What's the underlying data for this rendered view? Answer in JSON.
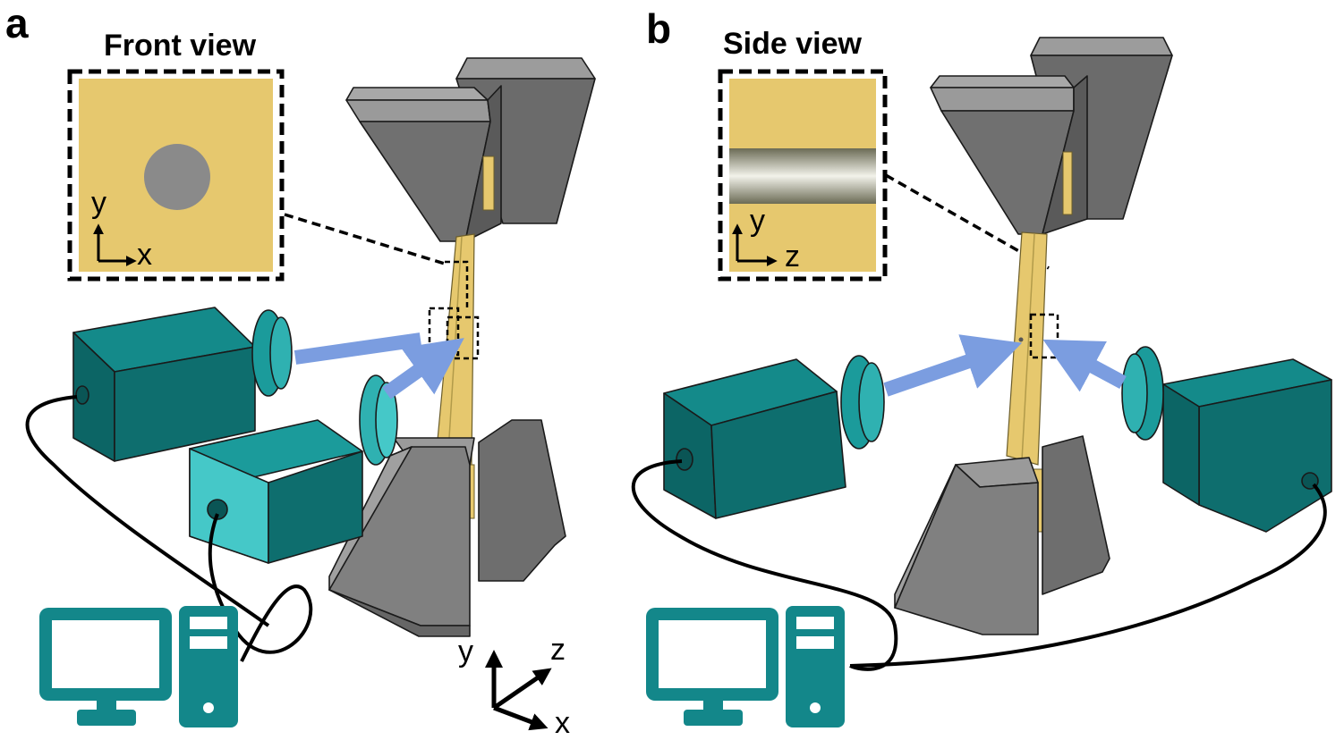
{
  "panels": [
    {
      "letter": "a",
      "title": "Front view",
      "inset_axes": {
        "vertical": "y",
        "horizontal": "x"
      }
    },
    {
      "letter": "b",
      "title": "Side view",
      "inset_axes": {
        "vertical": "y",
        "horizontal": "z"
      }
    }
  ],
  "global_axes": {
    "y": "y",
    "z": "z",
    "x": "x"
  },
  "colors": {
    "specimen": "#e6c86e",
    "camera_dark": "#0e6e6e",
    "camera_light": "#45c8c8",
    "grip": "#7a7a7a",
    "arrow": "#7b9de0",
    "computer": "#13878a",
    "particle": "#8a8a8a"
  }
}
